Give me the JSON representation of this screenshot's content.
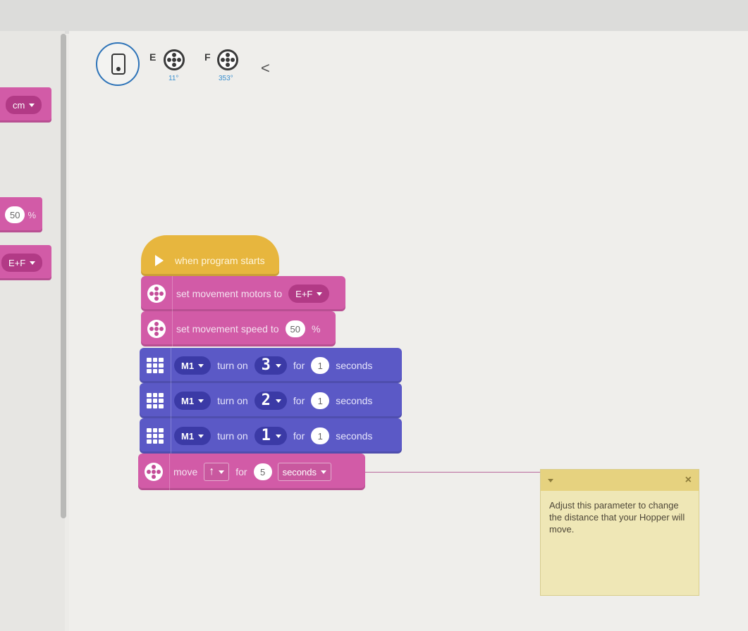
{
  "palette": {
    "distance_unit": "cm",
    "speed_value": "50",
    "speed_unit": "%",
    "motors_value": "E+F"
  },
  "hub": {
    "ports": [
      {
        "letter": "E",
        "degrees": "11°"
      },
      {
        "letter": "F",
        "degrees": "353°"
      }
    ],
    "collapse_glyph": "<"
  },
  "program": {
    "start_label": "when program starts",
    "set_motors": {
      "label": "set movement motors to",
      "value": "E+F"
    },
    "set_speed": {
      "label": "set movement speed to",
      "value": "50",
      "unit": "%"
    },
    "light_rows": [
      {
        "port": "M1",
        "action": "turn on",
        "digit": "3",
        "for": "for",
        "duration": "1",
        "unit": "seconds"
      },
      {
        "port": "M1",
        "action": "turn on",
        "digit": "2",
        "for": "for",
        "duration": "1",
        "unit": "seconds"
      },
      {
        "port": "M1",
        "action": "turn on",
        "digit": "1",
        "for": "for",
        "duration": "1",
        "unit": "seconds"
      }
    ],
    "move": {
      "label": "move",
      "direction": "↑",
      "for": "for",
      "amount": "5",
      "unit": "seconds"
    }
  },
  "comment": {
    "text": "Adjust this parameter to change the distance that your Hopper will move.",
    "close_glyph": "×"
  },
  "colors": {
    "movement_pink": "#d25ba7",
    "light_purple": "#5b59c6",
    "events_yellow": "#e7b63e",
    "comment_yellow": "#efe7b6",
    "hub_outline": "#2d73b8"
  }
}
